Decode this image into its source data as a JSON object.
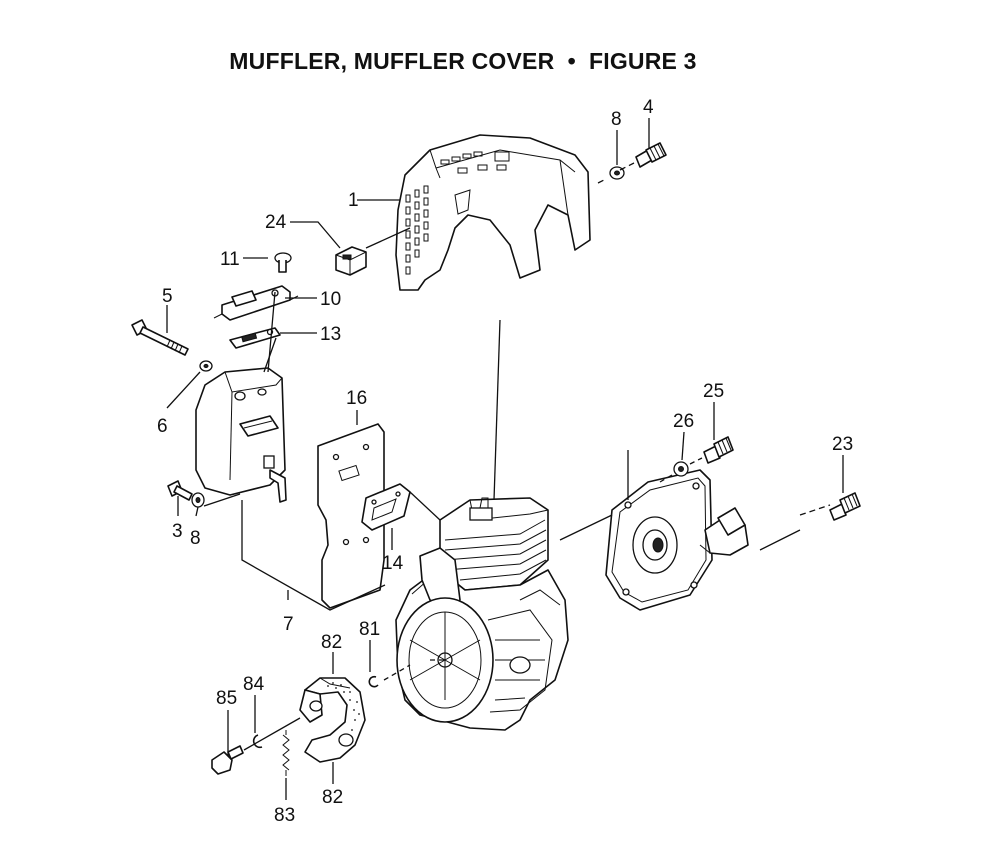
{
  "figure": {
    "title": "MUFFLER, MUFFLER COVER  •  FIGURE 3"
  },
  "callouts": [
    {
      "id": "p1",
      "text": "1"
    },
    {
      "id": "p3",
      "text": "3"
    },
    {
      "id": "p4",
      "text": "4"
    },
    {
      "id": "p5",
      "text": "5"
    },
    {
      "id": "p6",
      "text": "6"
    },
    {
      "id": "p7",
      "text": "7"
    },
    {
      "id": "p8a",
      "text": "8"
    },
    {
      "id": "p8b",
      "text": "8"
    },
    {
      "id": "p10",
      "text": "10"
    },
    {
      "id": "p11",
      "text": "11"
    },
    {
      "id": "p13",
      "text": "13"
    },
    {
      "id": "p14",
      "text": "14"
    },
    {
      "id": "p16",
      "text": "16"
    },
    {
      "id": "p23",
      "text": "23"
    },
    {
      "id": "p24",
      "text": "24"
    },
    {
      "id": "p25",
      "text": "25"
    },
    {
      "id": "p26",
      "text": "26"
    },
    {
      "id": "p81",
      "text": "81"
    },
    {
      "id": "p82a",
      "text": "82"
    },
    {
      "id": "p82b",
      "text": "82"
    },
    {
      "id": "p83",
      "text": "83"
    },
    {
      "id": "p84",
      "text": "84"
    },
    {
      "id": "p85",
      "text": "85"
    }
  ]
}
